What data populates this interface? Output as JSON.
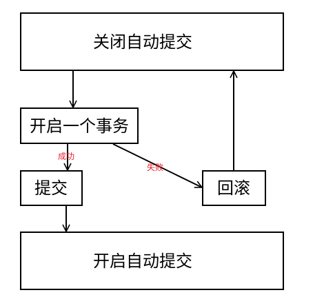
{
  "nodes": {
    "disable_autocommit": "关闭自动提交",
    "begin_transaction": "开启一个事务",
    "commit": "提交",
    "rollback": "回滚",
    "enable_autocommit": "开启自动提交"
  },
  "edges": {
    "success_label": "成功",
    "failure_label": "失败"
  },
  "colors": {
    "stroke": "#000000",
    "label": "#e8202a"
  }
}
